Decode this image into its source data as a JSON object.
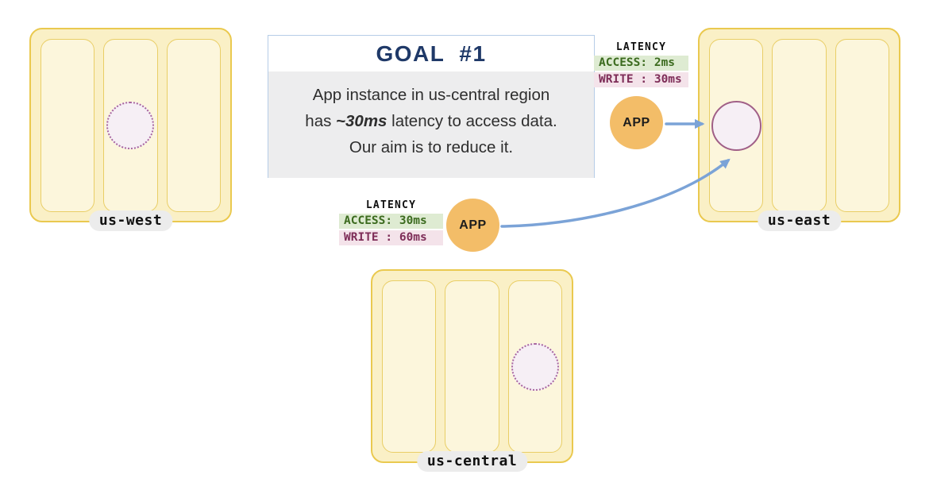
{
  "goal": {
    "title": "GOAL  #1",
    "line1": "App instance in us-central region",
    "line2_pre": "has ",
    "line2_em": "~30ms",
    "line2_post": " latency to access data.",
    "line3": "Our aim is to reduce it."
  },
  "regions": {
    "us_west": {
      "label": "us-west"
    },
    "us_east": {
      "label": "us-east"
    },
    "us_central": {
      "label": "us-central"
    }
  },
  "latency_east": {
    "title": "LATENCY",
    "access": "ACCESS: 2ms",
    "write": "WRITE : 30ms",
    "app_label": "APP"
  },
  "latency_central": {
    "title": "LATENCY",
    "access": "ACCESS: 30ms",
    "write": "WRITE : 60ms",
    "app_label": "APP"
  },
  "colors": {
    "region_fill": "#faf0c6",
    "region_border": "#eac94f",
    "zone_fill": "#fcf6dc",
    "zone_border": "#e9ce66",
    "replica_fill": "#f6eff5",
    "replica_border": "#a05f87",
    "replica_dotted_border": "#a866a0",
    "app_fill": "#f3bd68",
    "arrow_blue": "#7ba3d7",
    "goal_title_navy": "#1f3968",
    "goal_border_blue": "#b6cde7",
    "goal_body_bg": "#ededee",
    "access_bg": "#deebd2",
    "access_text": "#3c6b1f",
    "write_bg": "#f4e3ea",
    "write_text": "#7e2d58",
    "pill_bg": "#ececec"
  }
}
